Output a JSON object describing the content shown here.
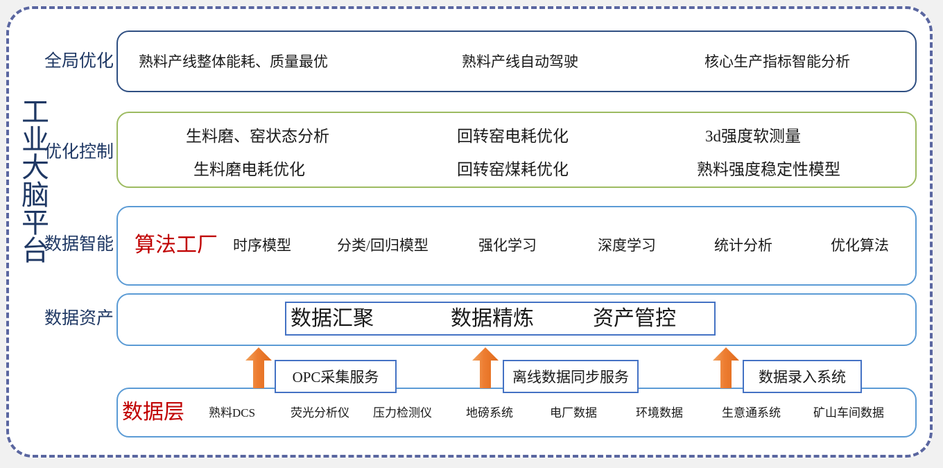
{
  "frame": {
    "accent_dashed": "#5a66a0",
    "background": "#ffffff",
    "page_background": "#f1f1f1"
  },
  "platform": {
    "title": "工业大脑平台",
    "color": "#1f3864"
  },
  "rows": [
    {
      "label": "全局优化",
      "border_color": "#2f4f82",
      "items": [
        "熟料产线整体能耗、质量最优",
        "熟料产线自动驾驶",
        "核心生产指标智能分析"
      ]
    },
    {
      "label": "优化控制",
      "border_color": "#9dbb61",
      "items_line1": [
        "生料磨、窑状态分析",
        "回转窑电耗优化",
        "3d强度软测量"
      ],
      "items_line2": [
        "生料磨电耗优化",
        "回转窑煤耗优化",
        "熟料强度稳定性模型"
      ]
    },
    {
      "label": "数据智能",
      "border_color": "#5b9bd5",
      "highlight": "算法工厂",
      "highlight_color": "#c00000",
      "items": [
        "时序模型",
        "分类/回归模型",
        "强化学习",
        "深度学习",
        "统计分析",
        "优化算法"
      ]
    },
    {
      "label": "数据资产",
      "border_color": "#5b9bd5",
      "inner_border_color": "#4472c4",
      "items": [
        "数据汇聚",
        "数据精炼",
        "资产管控"
      ]
    },
    {
      "label": "数据层",
      "border_color": "#4472c4",
      "highlight": "数据层",
      "highlight_color": "#c00000",
      "sources": [
        "熟料DCS",
        "荧光分析仪",
        "压力检测仪",
        "地磅系统",
        "电厂数据",
        "环境数据",
        "生意通系统",
        "矿山车间数据"
      ]
    }
  ],
  "services": {
    "arrow_color": "#ed7d31",
    "boxes": [
      "OPC采集服务",
      "离线数据同步服务",
      "数据录入系统"
    ]
  }
}
